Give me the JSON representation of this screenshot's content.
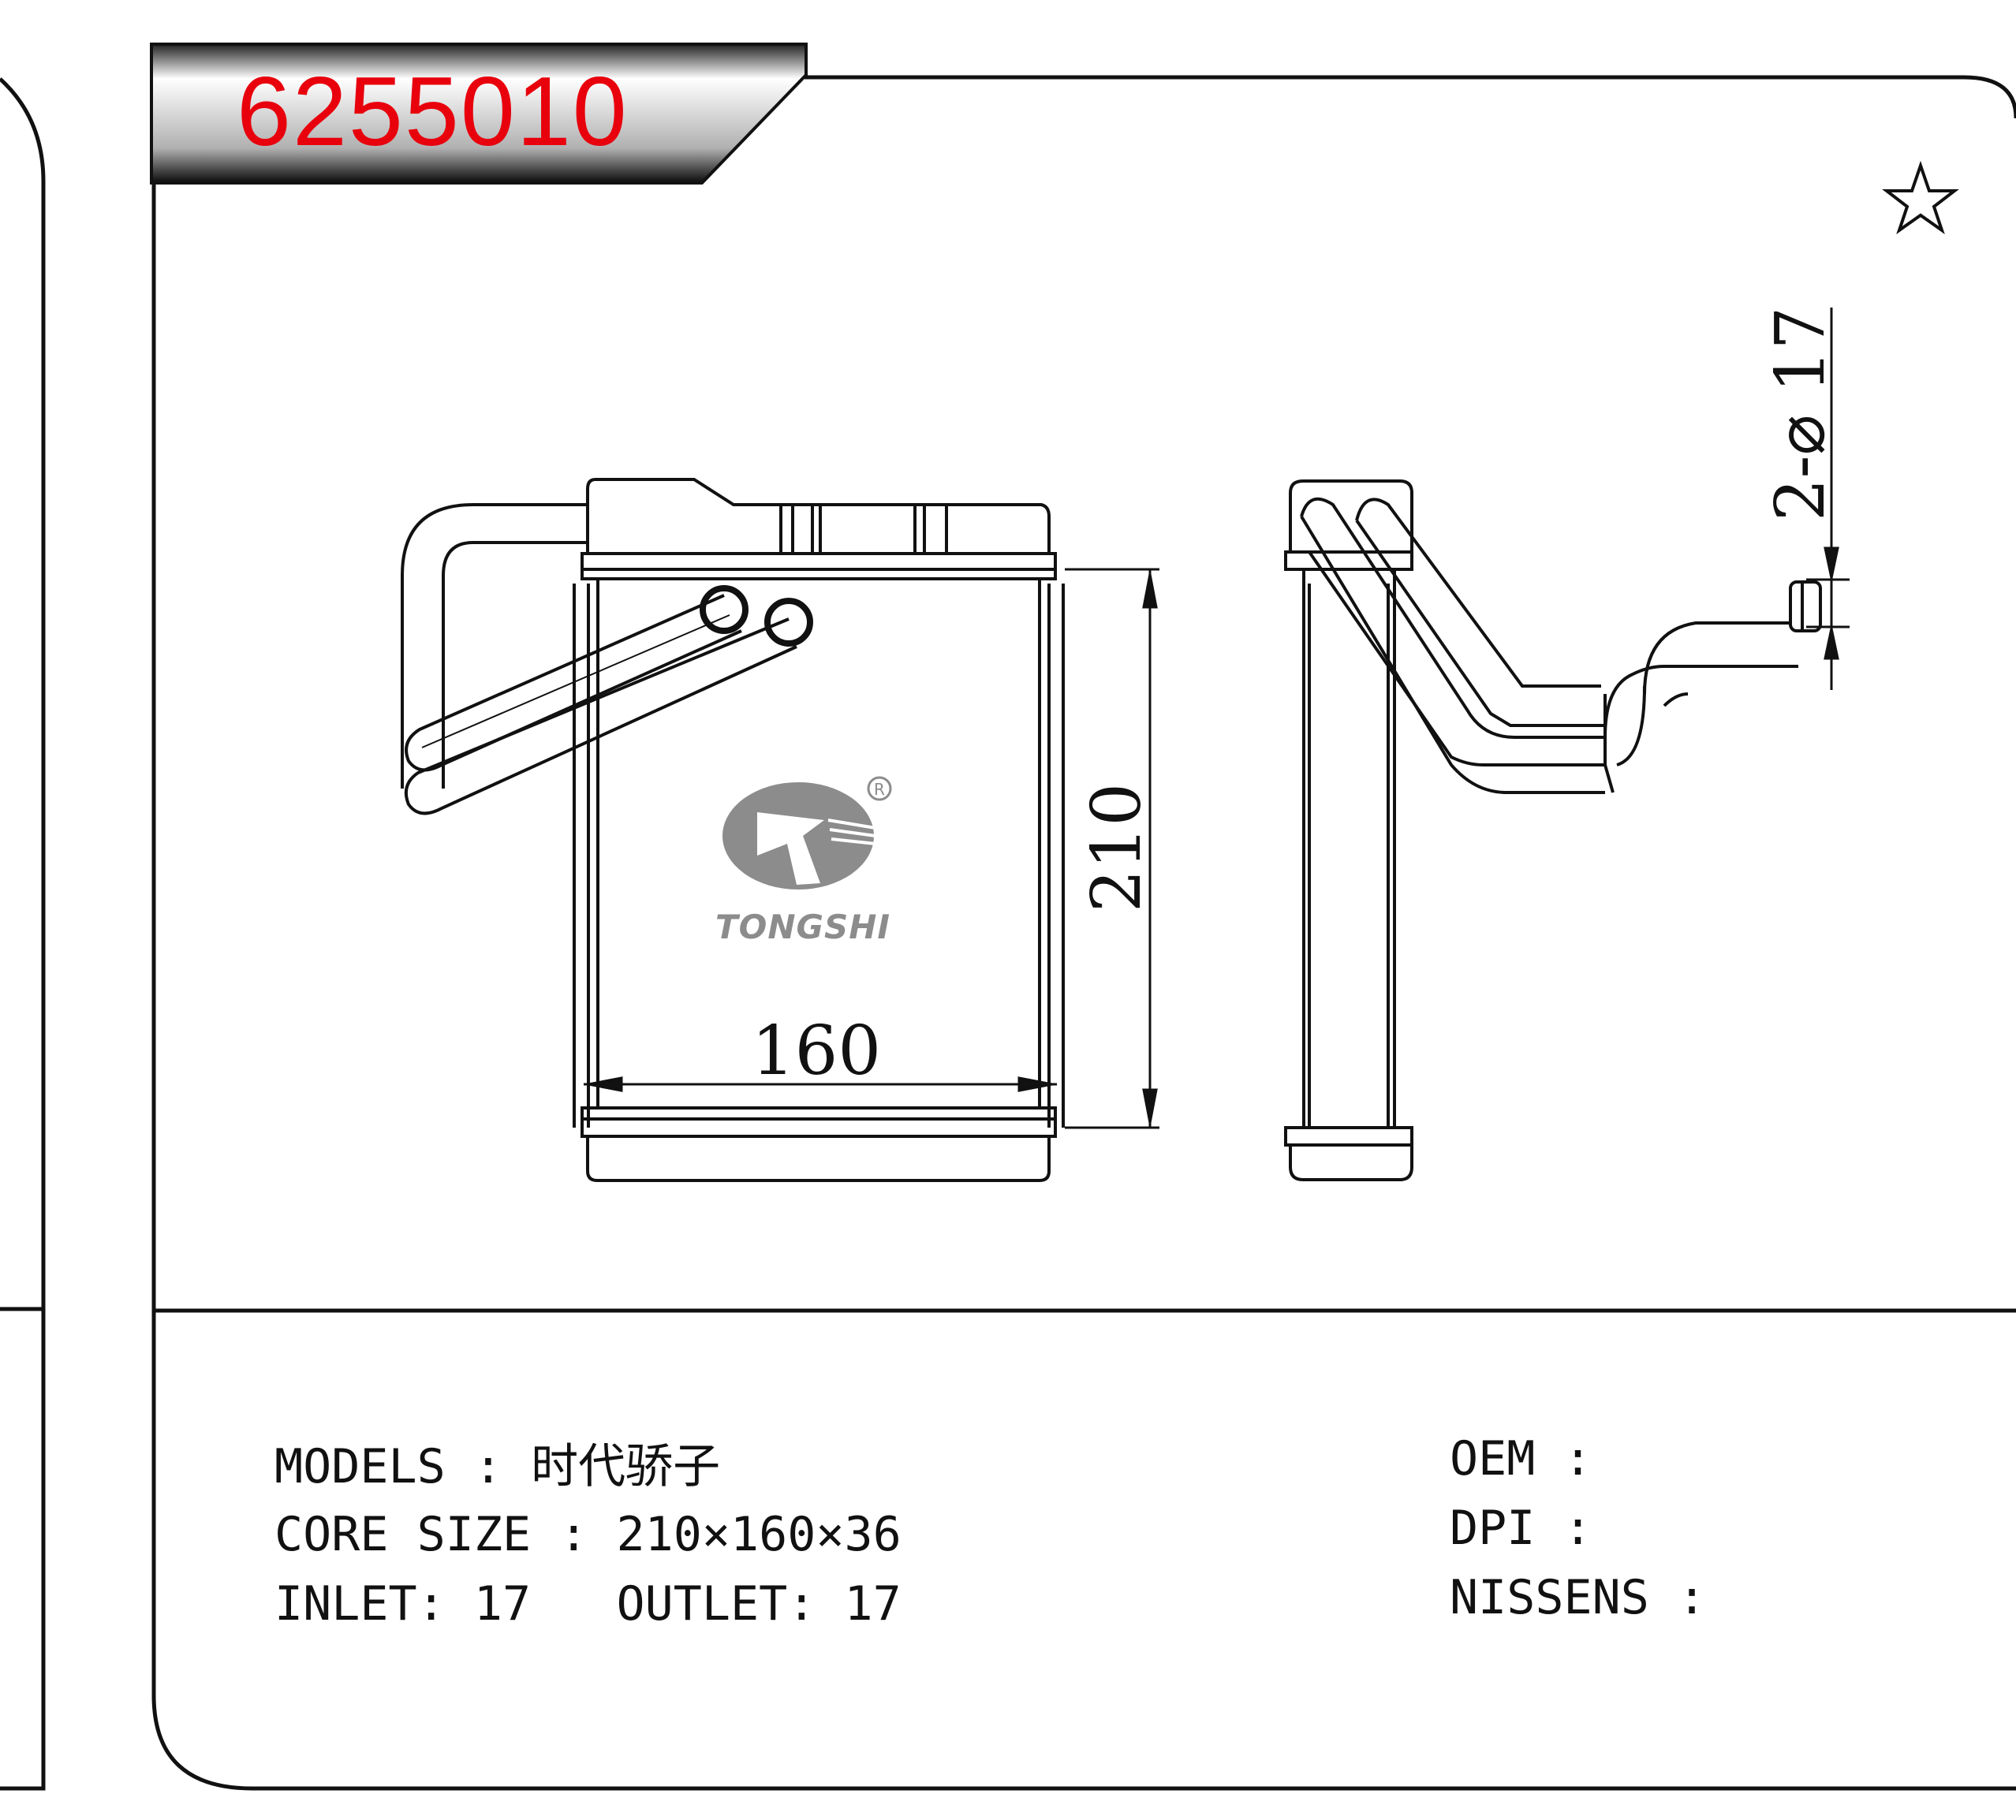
{
  "part_number": "6255010",
  "brand_name": "TONGSHI",
  "registered_mark": "R",
  "dimensions": {
    "width_label": "160",
    "height_label": "210",
    "pipe_label": "2-⌀ 17"
  },
  "specs": {
    "models_label": "MODELS",
    "models_sep": " : ",
    "models_value": "时代骄子",
    "core_size_label": "CORE SIZE",
    "core_size_sep": " : ",
    "core_size_value": "210×160×36",
    "inlet_label": "INLET",
    "inlet_sep": ": ",
    "inlet_value": "17",
    "outlet_label": "OUTLET",
    "outlet_sep": ": ",
    "outlet_value": "17",
    "oem_label": "OEM",
    "oem_sep": " :",
    "dpi_label": "DPI",
    "dpi_sep": " :",
    "nissens_label": "NISSENS",
    "nissens_sep": " :"
  },
  "colors": {
    "title_red": "#e8000c",
    "line": "#111111",
    "logo_gray": "#8c8c8c"
  },
  "icons": [
    "star-icon",
    "tongshi-logo-icon",
    "registered-icon"
  ]
}
